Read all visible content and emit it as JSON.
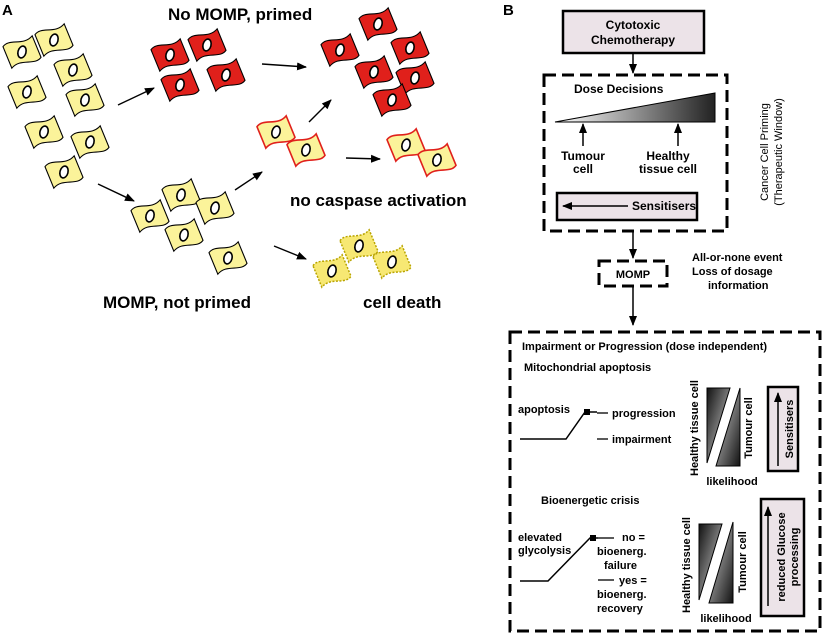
{
  "panel_a": {
    "label": "A",
    "no_momp_primed": "No MOMP, primed",
    "no_caspase": "no caspase activation",
    "momp_not_primed": "MOMP, not primed",
    "cell_death": "cell death"
  },
  "panel_b": {
    "label": "B",
    "chemo": {
      "line1": "Cytotoxic",
      "line2": "Chemotherapy"
    },
    "dose_decisions": "Dose Decisions",
    "tumour_cell": {
      "line1": "Tumour",
      "line2": "cell"
    },
    "healthy_cell": {
      "line1": "Healthy",
      "line2": "tissue cell"
    },
    "sensitisers": "Sensitisers",
    "priming": {
      "line1": "Cancer Cell Priming",
      "line2": "(Therapeutic Window)"
    },
    "momp": "MOMP",
    "all_or_none": {
      "line1": "All-or-none event",
      "line2": "Loss of dosage",
      "line3": "information"
    },
    "impairment_title": "Impairment or Progression (dose independent)",
    "mito_apoptosis": "Mitochondrial apoptosis",
    "apoptosis": "apoptosis",
    "progression": "progression",
    "impairment": "impairment",
    "healthy_tissue_cell": "Healthy tissue cell",
    "tumour_cell_v": "Tumour cell",
    "likelihood": "likelihood",
    "sensitisers_v": "Sensitisers",
    "bioenergetic": "Bioenergetic crisis",
    "elevated": {
      "line1": "elevated",
      "line2": "glycolysis"
    },
    "no_branch": {
      "line1": "no =",
      "line2": "bioenerg.",
      "line3": "failure"
    },
    "yes_branch": {
      "line1": "yes =",
      "line2": "bioenerg.",
      "line3": "recovery"
    },
    "reduced_glucose": {
      "line1": "reduced Glucose",
      "line2": "processing"
    }
  },
  "colors": {
    "red_cell": "#e0201b",
    "yellow_cell": "#fbf39a",
    "box_fill": "#ece3e8"
  },
  "icons": [
    "cell-icon",
    "arrow-icon"
  ]
}
